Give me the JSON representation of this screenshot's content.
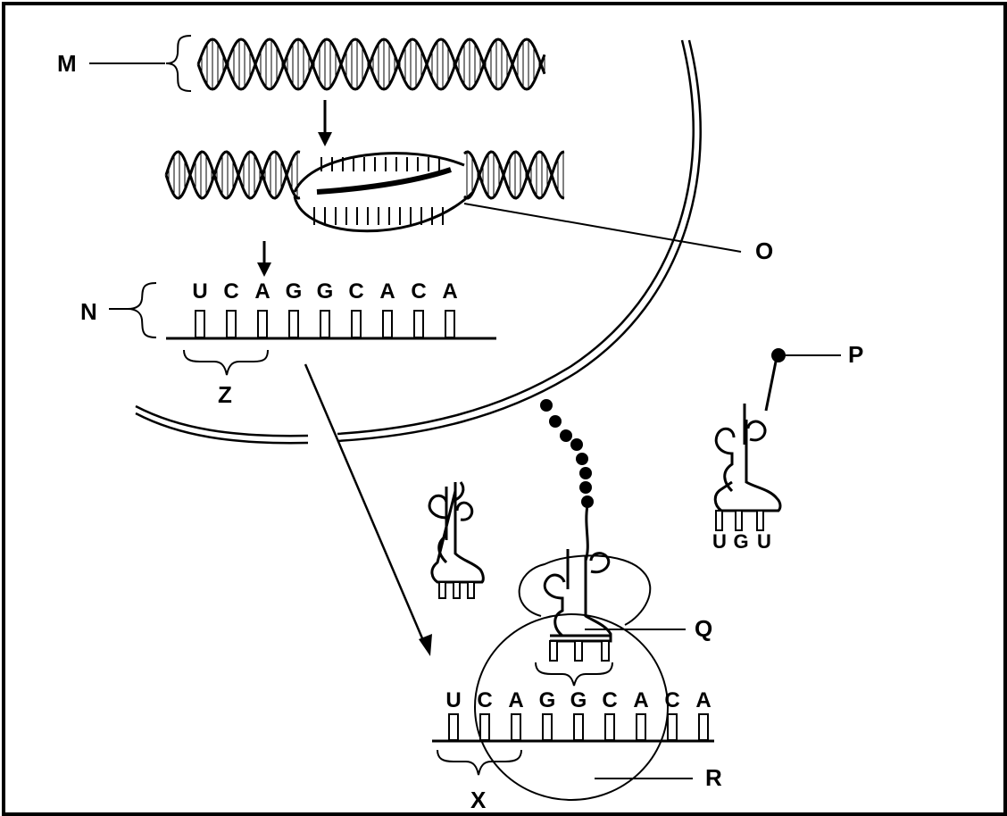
{
  "labels": {
    "M": "M",
    "N": "N",
    "O": "O",
    "P": "P",
    "Q": "Q",
    "R": "R",
    "X": "X",
    "Z": "Z"
  },
  "mrna_nucleus": {
    "bases": [
      "U",
      "C",
      "A",
      "G",
      "G",
      "C",
      "A",
      "C",
      "A"
    ]
  },
  "mrna_ribosome": {
    "bases": [
      "U",
      "C",
      "A",
      "G",
      "G",
      "C",
      "A",
      "C",
      "A"
    ]
  },
  "trna_free_anticodon": {
    "bases": [
      "U",
      "G",
      "U"
    ]
  },
  "colors": {
    "ink": "#000000",
    "background": "#ffffff"
  }
}
